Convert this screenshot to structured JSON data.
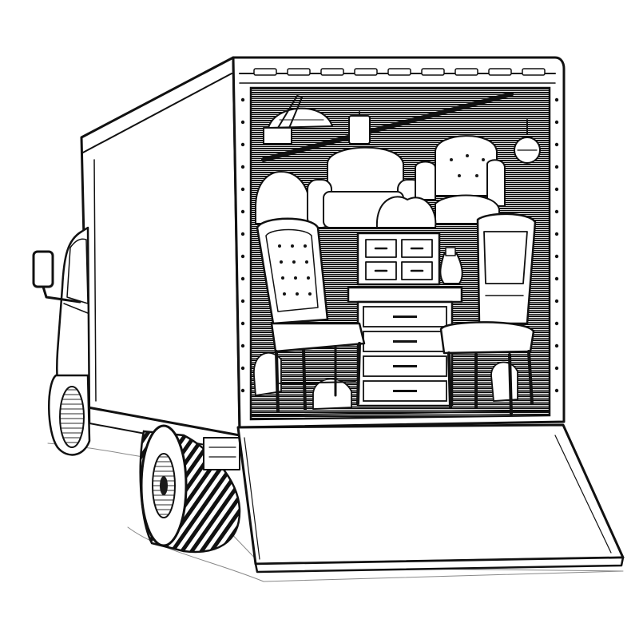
{
  "illustration": {
    "subject": "moving-truck",
    "style": "black-and-white ink line drawing",
    "background_color": "#ffffff",
    "ink_color": "#111111",
    "cargo_items": [
      "lamp",
      "armchair",
      "tufted-armchair",
      "round-cushion",
      "high-back-chair",
      "dining-chair",
      "small-drawer-cabinet",
      "chest-of-drawers",
      "vase",
      "lantern",
      "sacks"
    ],
    "features": [
      "box-body",
      "open-rear-cargo-door",
      "lowered-ramp",
      "side-mirror",
      "rear-tire",
      "front-wheel",
      "cab"
    ]
  }
}
